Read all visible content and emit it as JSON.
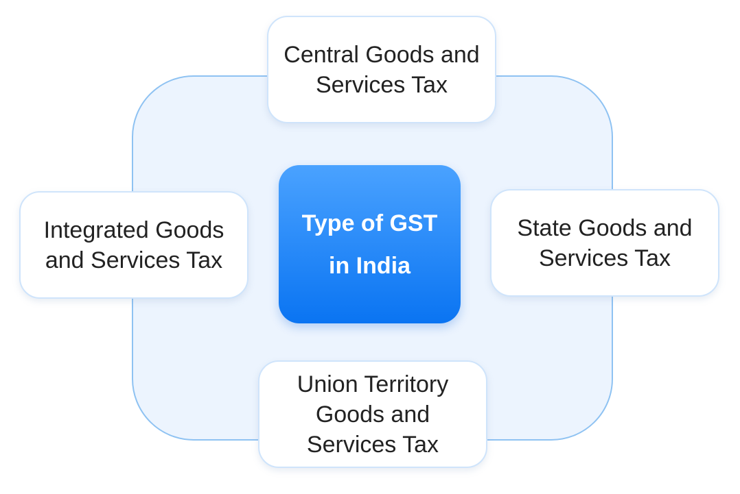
{
  "diagram": {
    "center_label": "Type of GST\nin India",
    "nodes": {
      "top": "Central Goods and\nServices Tax",
      "left": "Integrated Goods\nand Services Tax",
      "right": "State Goods and\nServices Tax",
      "bottom": "Union Territory\nGoods and\nServices Tax"
    }
  },
  "colors": {
    "center_top": "#4aa2ff",
    "center_bottom": "#0a74f2",
    "frame_fill": "#ecf4fe",
    "frame_border": "#8ec2f2",
    "node_border": "#cfe4fb",
    "text": "#222222"
  }
}
